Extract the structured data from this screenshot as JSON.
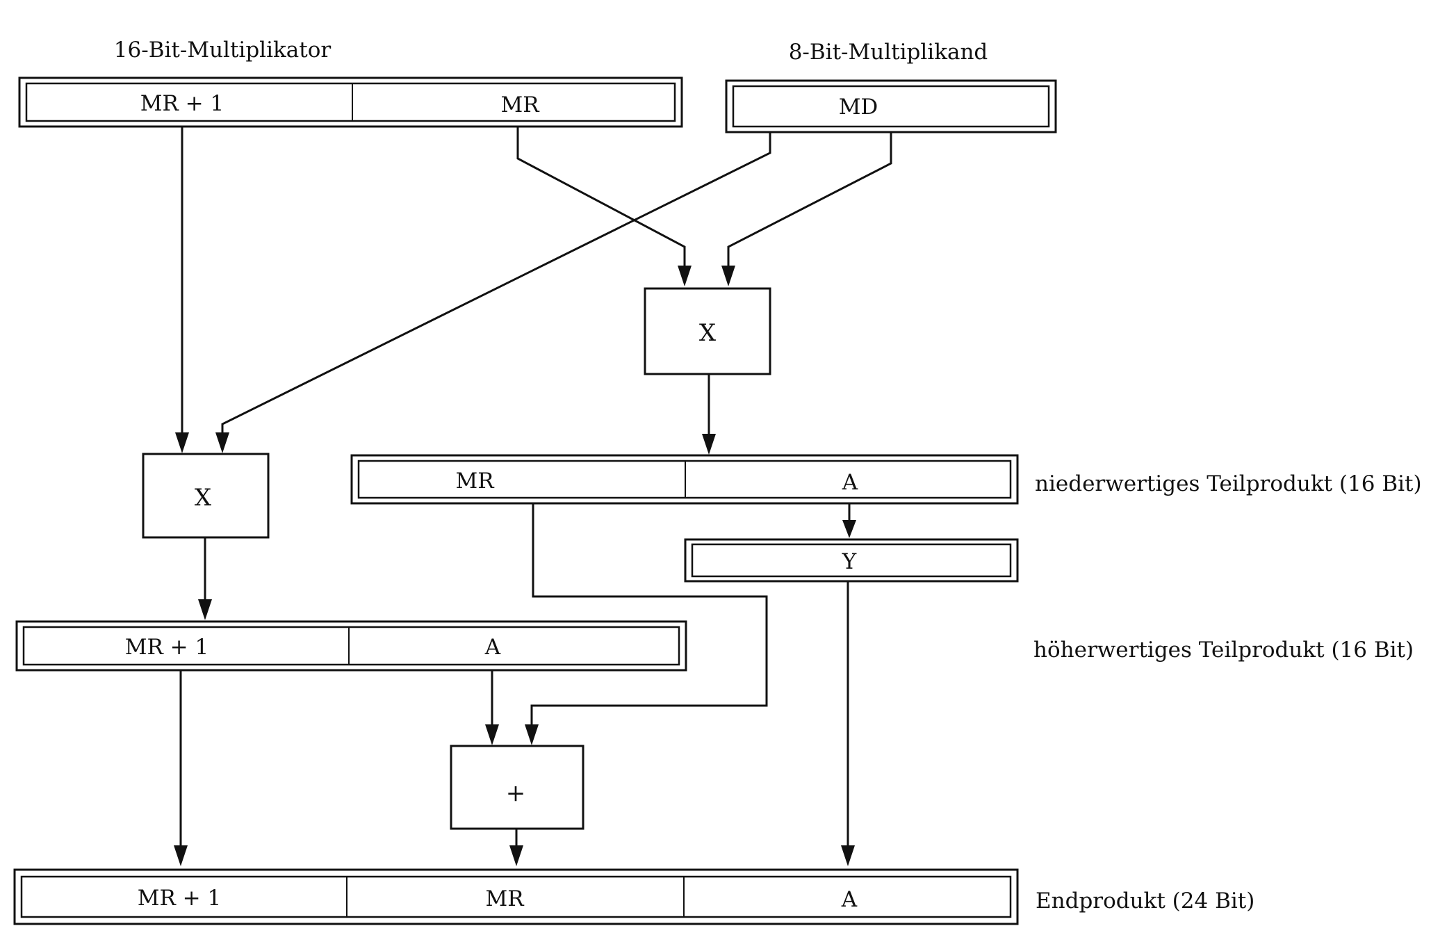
{
  "labels": {
    "multiplier": "16-Bit-Multiplikator",
    "multiplicand": "8-Bit-Multiplikand",
    "low_partial": "niederwertiges Teilprodukt (16 Bit)",
    "high_partial": "höherwertiges Teilprodukt (16 Bit)",
    "final_product": "Endprodukt (24 Bit)"
  },
  "multiplier_register": {
    "high": "MR + 1",
    "low": "MR"
  },
  "multiplicand_register": {
    "value": "MD"
  },
  "ops": {
    "mul_low": "X",
    "mul_high": "X",
    "add": "+"
  },
  "low_partial_register": {
    "high": "MR",
    "low": "A"
  },
  "y_register": {
    "value": "Y"
  },
  "high_partial_register": {
    "high": "MR + 1",
    "low": "A"
  },
  "final_register": {
    "high": "MR + 1",
    "mid": "MR",
    "low": "A"
  }
}
